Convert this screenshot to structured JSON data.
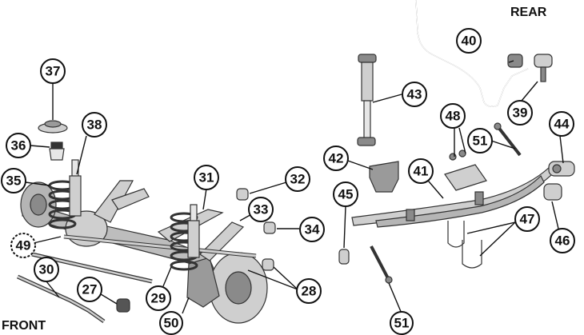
{
  "labels": {
    "rear": "REAR",
    "front": "FRONT"
  },
  "colors": {
    "part_fill": "#cfcfcf",
    "part_dark": "#8a8a8a",
    "line": "#111111",
    "background": "#ffffff"
  },
  "callouts": [
    {
      "id": "c27",
      "number": "27"
    },
    {
      "id": "c28",
      "number": "28"
    },
    {
      "id": "c29",
      "number": "29"
    },
    {
      "id": "c30",
      "number": "30"
    },
    {
      "id": "c31",
      "number": "31"
    },
    {
      "id": "c32",
      "number": "32"
    },
    {
      "id": "c33",
      "number": "33"
    },
    {
      "id": "c34",
      "number": "34"
    },
    {
      "id": "c35",
      "number": "35"
    },
    {
      "id": "c36",
      "number": "36"
    },
    {
      "id": "c37",
      "number": "37"
    },
    {
      "id": "c38",
      "number": "38"
    },
    {
      "id": "c39",
      "number": "39"
    },
    {
      "id": "c40",
      "number": "40"
    },
    {
      "id": "c41",
      "number": "41"
    },
    {
      "id": "c42",
      "number": "42"
    },
    {
      "id": "c43",
      "number": "43"
    },
    {
      "id": "c44",
      "number": "44"
    },
    {
      "id": "c45",
      "number": "45"
    },
    {
      "id": "c46",
      "number": "46"
    },
    {
      "id": "c47",
      "number": "47"
    },
    {
      "id": "c48",
      "number": "48"
    },
    {
      "id": "c49",
      "number": "49"
    },
    {
      "id": "c50",
      "number": "50"
    },
    {
      "id": "c51a",
      "number": "51"
    },
    {
      "id": "c51b",
      "number": "51"
    }
  ]
}
